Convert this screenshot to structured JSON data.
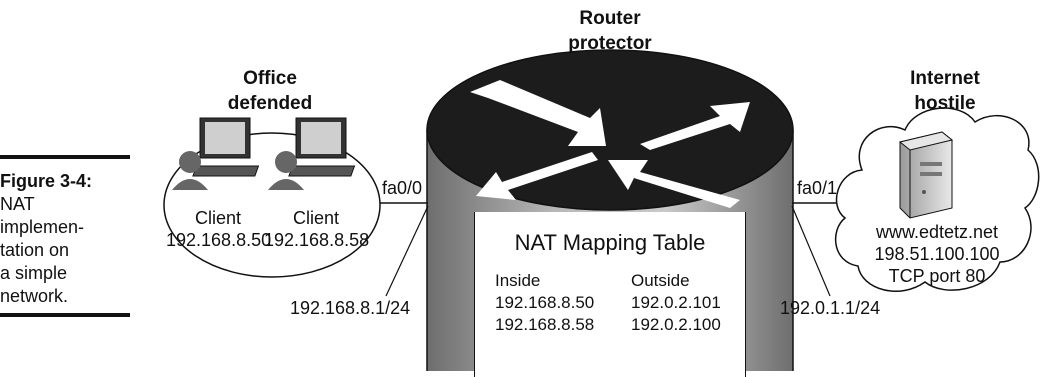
{
  "caption": {
    "label": "Figure 3-4:",
    "text": "NAT\nimplemen-\ntation on\na simple\nnetwork."
  },
  "router": {
    "title": "Router",
    "subtitle": "protector"
  },
  "office": {
    "title": "Office",
    "subtitle": "defended",
    "clients": [
      {
        "label": "Client",
        "ip": "192.168.8.50"
      },
      {
        "label": "Client",
        "ip": "192.168.8.58"
      }
    ]
  },
  "internet": {
    "title": "Internet",
    "subtitle": "hostile",
    "server_name": "www.edtetz.net",
    "server_ip": "198.51.100.100",
    "server_port": "TCP port 80"
  },
  "interfaces": {
    "inside_name": "fa0/0",
    "outside_name": "fa0/1",
    "inside_ip": "192.168.8.1/24",
    "outside_ip": "192.0.1.1/24"
  },
  "nat_table": {
    "title": "NAT Mapping Table",
    "inside_header": "Inside",
    "outside_header": "Outside",
    "rows": [
      {
        "inside": "192.168.8.50",
        "outside": "192.0.2.101"
      },
      {
        "inside": "192.168.8.58",
        "outside": "192.0.2.100"
      }
    ]
  }
}
